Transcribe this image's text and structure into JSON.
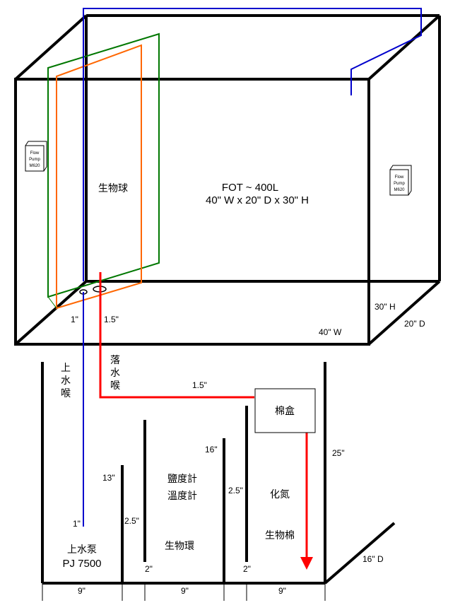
{
  "tank": {
    "title": "FOT  ~ 400L",
    "dimensions": "40\" W x 20\" D x 30\" H",
    "bio_ball_label": "生物球",
    "height_label": "30\" H",
    "depth_label": "20\" D",
    "width_label": "40\" W",
    "inlet_size": "1\"",
    "outlet_size": "1.5\"",
    "pump_left": {
      "line1": "Flow",
      "line2": "Pump",
      "line3": "M620"
    },
    "pump_right": {
      "line1": "Flow",
      "line2": "Pump",
      "line3": "M620"
    }
  },
  "pipes": {
    "return_chars": [
      "上",
      "水",
      "喉"
    ],
    "drain_chars": [
      "落",
      "水",
      "喉"
    ],
    "drain_size": "1.5\"",
    "return_size": "1\""
  },
  "sump": {
    "filter_box_label": "棉盒",
    "compartment_heights": {
      "left_baffle": "13\"",
      "middle_baffle": "16\"",
      "right_wall": "25\""
    },
    "gaps": {
      "left": "2.5\"",
      "middle": "2.5\"",
      "bottom_left": "2\"",
      "bottom_right": "2\""
    },
    "widths": [
      "9\"",
      "9\"",
      "9\""
    ],
    "depth_label": "16\" D",
    "return_pump": {
      "line1": "上水泵",
      "line2": "PJ 7500"
    },
    "meters": {
      "line1": "鹽度計",
      "line2": "溫度計"
    },
    "bio_rings": "生物環",
    "denitrification": "化氮",
    "bio_sponge": "生物棉"
  },
  "colors": {
    "outline": "#000000",
    "return_line": "#0000cc",
    "drain_line": "#ff0000",
    "overflow_inner": "#ff6600",
    "overflow_outer": "#007700"
  }
}
